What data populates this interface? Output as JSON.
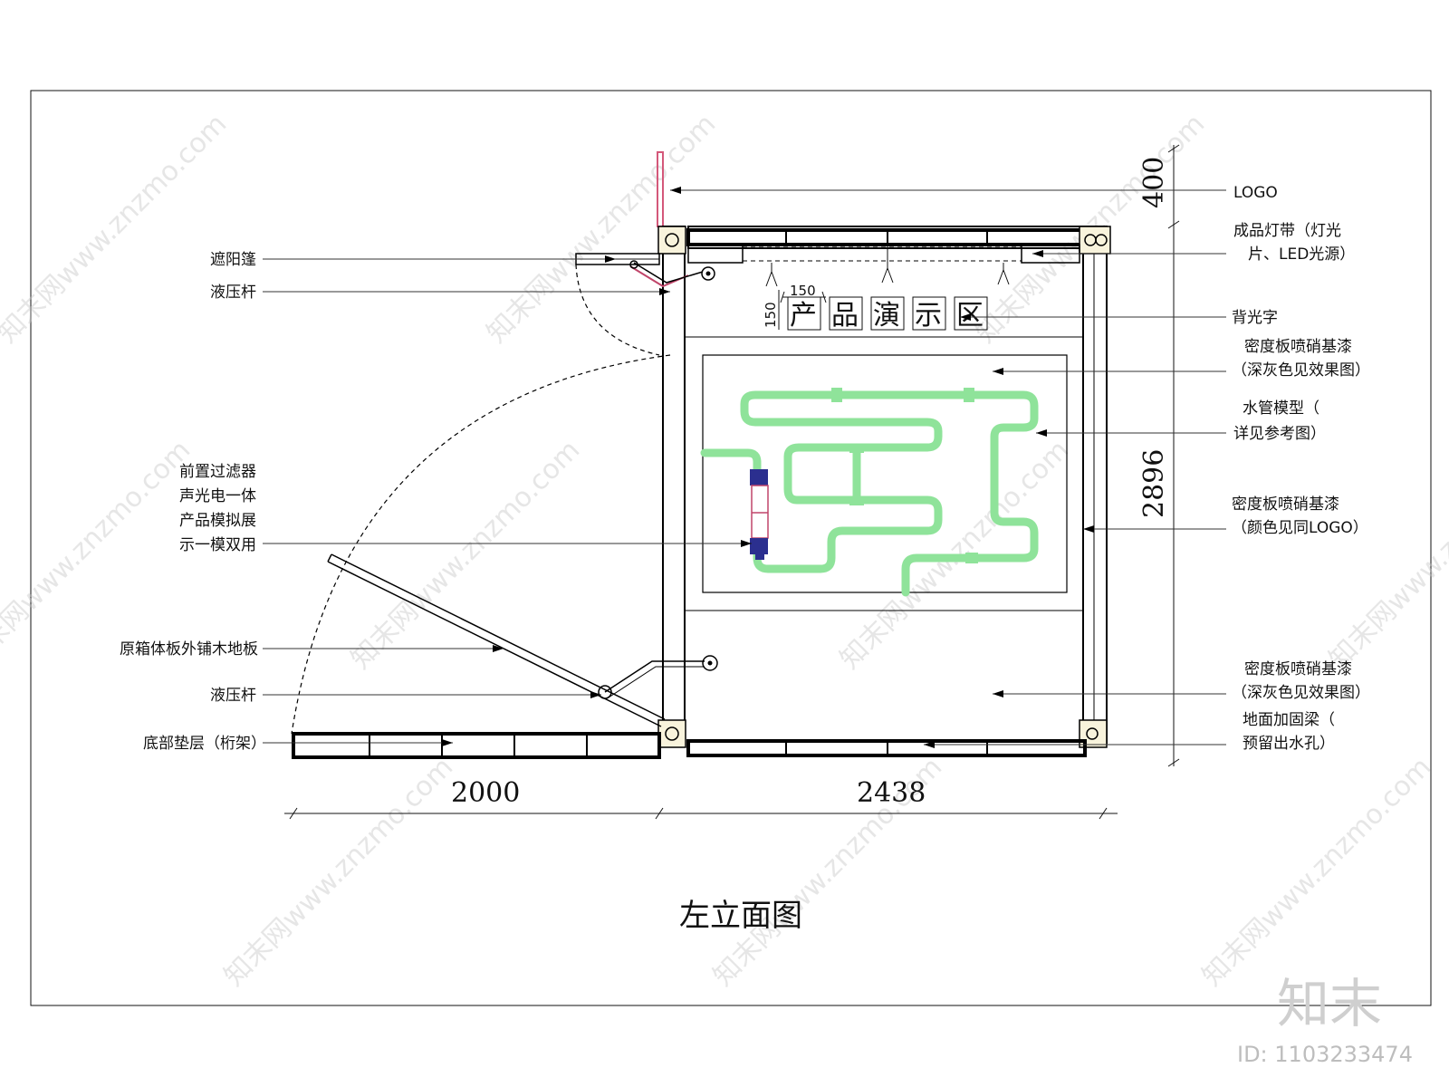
{
  "drawing": {
    "title": "左立面图",
    "sign_text": [
      "产",
      "品",
      "演",
      "示",
      "区"
    ],
    "dimensions": {
      "bottom_left": "2000",
      "bottom_right": "2438",
      "right_top": "400",
      "right_main": "2896",
      "sign_offset_h": "150",
      "sign_offset_v": "150"
    }
  },
  "labels_left": [
    [
      "遮阳篷"
    ],
    [
      "液压杆"
    ],
    [
      "前置过滤器",
      "声光电一体",
      "产品模拟展",
      "示一模双用"
    ],
    [
      "原箱体板外铺木地板"
    ],
    [
      "液压杆"
    ],
    [
      "底部垫层（桁架）"
    ]
  ],
  "labels_right": [
    [
      "LOGO"
    ],
    [
      "成品灯带（灯光",
      "片、LED光源）"
    ],
    [
      "背光字"
    ],
    [
      "密度板喷硝基漆",
      "（深灰色见效果图）"
    ],
    [
      "水管模型（",
      "详见参考图）"
    ],
    [
      "密度板喷硝基漆",
      "（颜色见同LOGO）"
    ],
    [
      "密度板喷硝基漆",
      "（深灰色见效果图）"
    ],
    [
      "地面加固梁（",
      "预留出水孔）"
    ]
  ],
  "watermark": {
    "repeat_text": "知末网www.znzmo.com",
    "brand": "知末",
    "id_label": "ID: 1103233474"
  },
  "colors": {
    "pipe": "#8fe39a",
    "logo_post": "#d4587a",
    "filter": "#2b2f8f"
  }
}
